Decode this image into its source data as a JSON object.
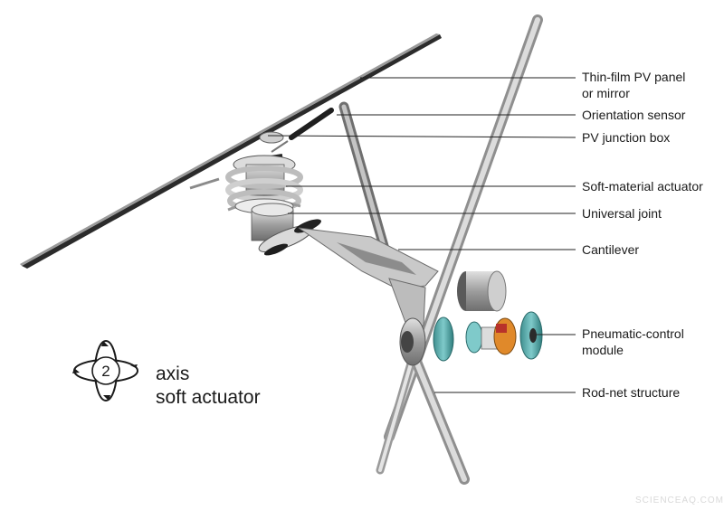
{
  "labels": {
    "pv_panel_line1": "Thin-film PV panel",
    "pv_panel_line2": "or mirror",
    "orientation_sensor": "Orientation sensor",
    "junction_box": "PV junction box",
    "soft_actuator": "Soft-material actuator",
    "universal_joint": "Universal joint",
    "cantilever": "Cantilever",
    "pneumatic_line1": "Pneumatic-control",
    "pneumatic_line2": "module",
    "rod_net": "Rod-net structure"
  },
  "legend": {
    "axis_count": "2",
    "line1": "axis",
    "line2": "soft actuator",
    "icon": "two-axis-rotation-icon"
  },
  "watermark": "SCIENCEAQ.COM",
  "colors": {
    "metal": "#b9b9b9",
    "dark": "#2a2a2a",
    "teal": "#59b3b3",
    "orange": "#e0892a",
    "label": "#1a1a1a"
  }
}
